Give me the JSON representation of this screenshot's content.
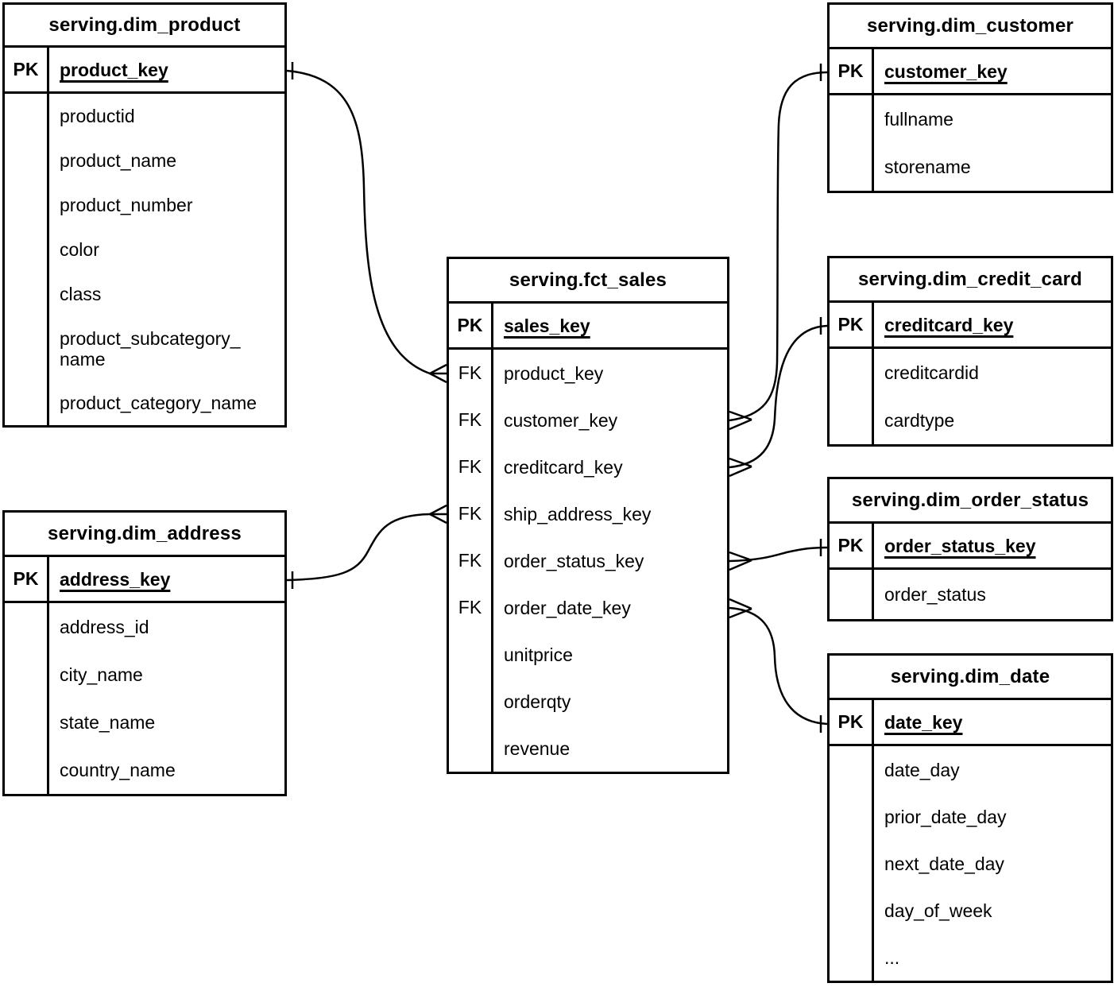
{
  "diagram": {
    "type": "er-diagram",
    "notation": "crow-foot",
    "colors": {
      "background": "#ffffff",
      "line": "#000000",
      "text": "#000000"
    },
    "tables": {
      "dim_product": {
        "title": "serving.dim_product",
        "pk_label": "PK",
        "pk_field": "product_key",
        "fields": [
          "productid",
          "product_name",
          "product_number",
          "color",
          "class",
          "product_subcategory_\nname",
          "product_category_name"
        ]
      },
      "dim_customer": {
        "title": "serving.dim_customer",
        "pk_label": "PK",
        "pk_field": "customer_key",
        "fields": [
          "fullname",
          "storename"
        ]
      },
      "fct_sales": {
        "title": "serving.fct_sales",
        "pk_label": "PK",
        "pk_field": "sales_key",
        "fk_label": "FK",
        "fk_fields": [
          "product_key",
          "customer_key",
          "creditcard_key",
          "ship_address_key",
          "order_status_key",
          "order_date_key"
        ],
        "measure_fields": [
          "unitprice",
          "orderqty",
          "revenue"
        ]
      },
      "dim_credit_card": {
        "title": "serving.dim_credit_card",
        "pk_label": "PK",
        "pk_field": "creditcard_key",
        "fields": [
          "creditcardid",
          "cardtype"
        ]
      },
      "dim_order_status": {
        "title": "serving.dim_order_status",
        "pk_label": "PK",
        "pk_field": "order_status_key",
        "fields": [
          "order_status"
        ]
      },
      "dim_date": {
        "title": "serving.dim_date",
        "pk_label": "PK",
        "pk_field": "date_key",
        "fields": [
          "date_day",
          "prior_date_day",
          "next_date_day",
          "day_of_week",
          "..."
        ]
      },
      "dim_address": {
        "title": "serving.dim_address",
        "pk_label": "PK",
        "pk_field": "address_key",
        "fields": [
          "address_id",
          "city_name",
          "state_name",
          "country_name"
        ]
      }
    },
    "relationships": [
      {
        "one_side": "serving.dim_product.product_key",
        "many_side": "serving.fct_sales.product_key"
      },
      {
        "one_side": "serving.dim_customer.customer_key",
        "many_side": "serving.fct_sales.customer_key"
      },
      {
        "one_side": "serving.dim_credit_card.creditcard_key",
        "many_side": "serving.fct_sales.creditcard_key"
      },
      {
        "one_side": "serving.dim_address.address_key",
        "many_side": "serving.fct_sales.ship_address_key"
      },
      {
        "one_side": "serving.dim_order_status.order_status_key",
        "many_side": "serving.fct_sales.order_status_key"
      },
      {
        "one_side": "serving.dim_date.date_key",
        "many_side": "serving.fct_sales.order_date_key"
      }
    ]
  }
}
